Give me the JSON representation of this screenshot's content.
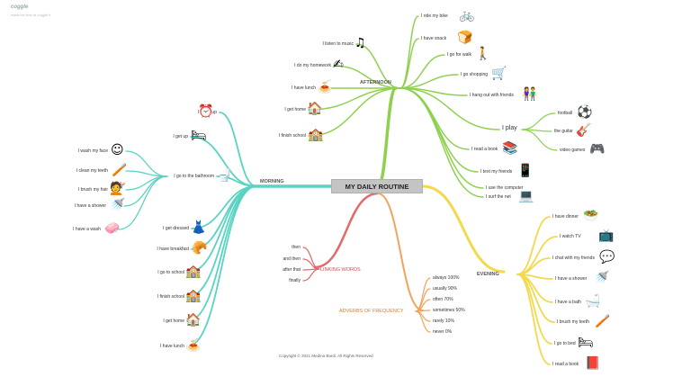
{
  "brand": {
    "logo": "coggle",
    "subtitle": "made for free at coggle.it"
  },
  "central": "MY DAILY ROUTINE",
  "branches": {
    "afternoon": {
      "title": "AFTERNOON",
      "color": "#8fd14f",
      "items": [
        "I ride my bike",
        "I listen to music",
        "I have snack",
        "I go for walk",
        "I do my homework",
        "I go shopping",
        "I have lunch",
        "I hang out with friends",
        "I get home",
        "I play",
        "I finish school",
        "I read a book",
        "I text my friends",
        "I use the computer",
        "I surf the net"
      ],
      "play_items": [
        "football",
        "the guitar",
        "video games"
      ]
    },
    "morning": {
      "title": "MORNING",
      "color": "#5ad3c1",
      "items": [
        "I wake up",
        "I get up",
        "I go to the bathroom",
        "I wash my face",
        "I clean my teeth",
        "I brush my hair",
        "I have a shower",
        "I have a wash",
        "I get dressed",
        "I have breakfast",
        "I go to school",
        "I finish school",
        "I get home",
        "I have lunch"
      ]
    },
    "evening": {
      "title": "EVENING",
      "color": "#f2d94e",
      "items": [
        "I have dinner",
        "I watch TV",
        "I chat with my friends",
        "I have a shower",
        "I have a bath",
        "I brush my teeth",
        "I go to bed",
        "I read a book"
      ]
    },
    "linking": {
      "title": "LINKING WORDS",
      "color": "#e26a6a",
      "items": [
        "then",
        "and then",
        "after that",
        "finally"
      ]
    },
    "adverbs": {
      "title": "ADVERBS OF FREQUENCY",
      "color": "#f2a35e",
      "items": [
        "always 100%",
        "usually 90%",
        "often 70%",
        "sometimes 50%",
        "rarely 10%",
        "never 0%"
      ]
    }
  },
  "icons": [
    "bicycle-icon",
    "music-icon",
    "bread-icon",
    "walking-icon",
    "homework-icon",
    "shopping-cart-icon",
    "lunch-icon",
    "friends-icon",
    "house-icon",
    "school-icon",
    "books-icon",
    "phone-icon",
    "computer-icon",
    "football-icon",
    "guitar-icon",
    "gamepad-icon",
    "alarm-clock-icon",
    "bed-icon",
    "toilet-icon",
    "smile-icon",
    "toothbrush-icon",
    "hair-icon",
    "shower-icon",
    "wash-icon",
    "dress-icon",
    "croissant-icon",
    "salad-icon",
    "tv-icon",
    "chat-icon",
    "bath-icon",
    "book-icon"
  ],
  "copyright": "Copyright © 2021 Medina Bardi. All Rights Reserved"
}
